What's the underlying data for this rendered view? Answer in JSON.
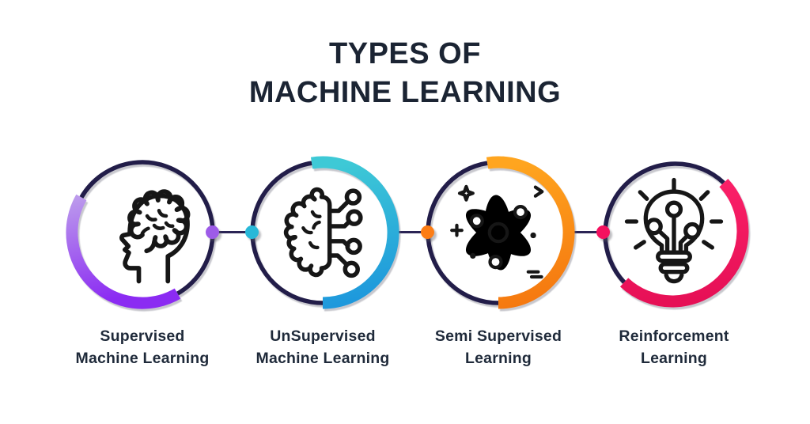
{
  "title": {
    "line1": "TYPES OF",
    "line2": "MACHINE LEARNING"
  },
  "items": [
    {
      "id": "supervised",
      "label": "Supervised\nMachine Learning",
      "icon": "head-brain-icon",
      "accent_start": "#bc9bec",
      "accent_end": "#8b2bf2",
      "dot_color": "#9d5be8"
    },
    {
      "id": "unsupervised",
      "label": "UnSupervised\nMachine Learning",
      "icon": "brain-circuit-icon",
      "accent_start": "#3ec9d6",
      "accent_end": "#1d97dc",
      "dot_color": "#29b8d8"
    },
    {
      "id": "semi-supervised",
      "label": "Semi Supervised\nLearning",
      "icon": "atom-icon",
      "accent_start": "#ffa51f",
      "accent_end": "#f5780f",
      "dot_color": "#fc7d15"
    },
    {
      "id": "reinforcement",
      "label": "Reinforcement\nLearning",
      "icon": "lightbulb-circuit-icon",
      "accent_start": "#fb2068",
      "accent_end": "#e61056",
      "dot_color": "#f4115f"
    }
  ],
  "colors": {
    "background": "#ffffff",
    "ring": "#221d49",
    "connector": "#2b2455",
    "title_text": "#1b2433",
    "label_text": "#1f2a3a",
    "icon_stroke": "#161616"
  }
}
